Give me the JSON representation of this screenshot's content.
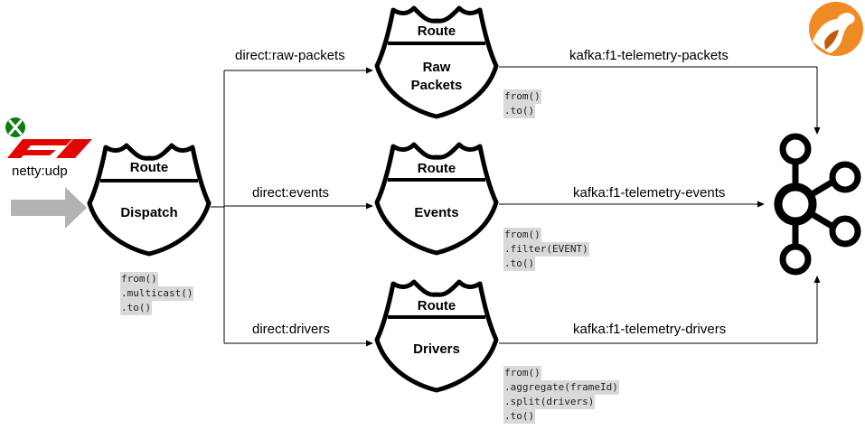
{
  "source": {
    "label": "netty:udp"
  },
  "routes": {
    "dispatch": {
      "header": "Route",
      "name": "Dispatch",
      "code": [
        "from()",
        ".multicast()",
        ".to()"
      ]
    },
    "raw": {
      "header": "Route",
      "name_line1": "Raw",
      "name_line2": "Packets",
      "code": [
        "from()",
        ".to()"
      ]
    },
    "events": {
      "header": "Route",
      "name": "Events",
      "code": [
        "from()",
        ".filter(EVENT)",
        ".to()"
      ]
    },
    "drivers": {
      "header": "Route",
      "name": "Drivers",
      "code": [
        "from()",
        ".aggregate(frameId)",
        ".split(drivers)",
        ".to()"
      ]
    }
  },
  "edges": {
    "direct_raw": "direct:raw-packets",
    "direct_events": "direct:events",
    "direct_drivers": "direct:drivers",
    "kafka_raw": "kafka:f1-telemetry-packets",
    "kafka_events": "kafka:f1-telemetry-events",
    "kafka_drivers": "kafka:f1-telemetry-drivers"
  },
  "icons": {
    "xbox": "xbox-logo-icon",
    "f1": "f1-logo-icon",
    "camel": "apache-camel-logo-icon",
    "kafka": "apache-kafka-logo-icon"
  },
  "colors": {
    "xbox": "#107c10",
    "f1": "#e10600",
    "camel_orange": "#f08a24",
    "arrow_gray": "#b3b3b3"
  }
}
